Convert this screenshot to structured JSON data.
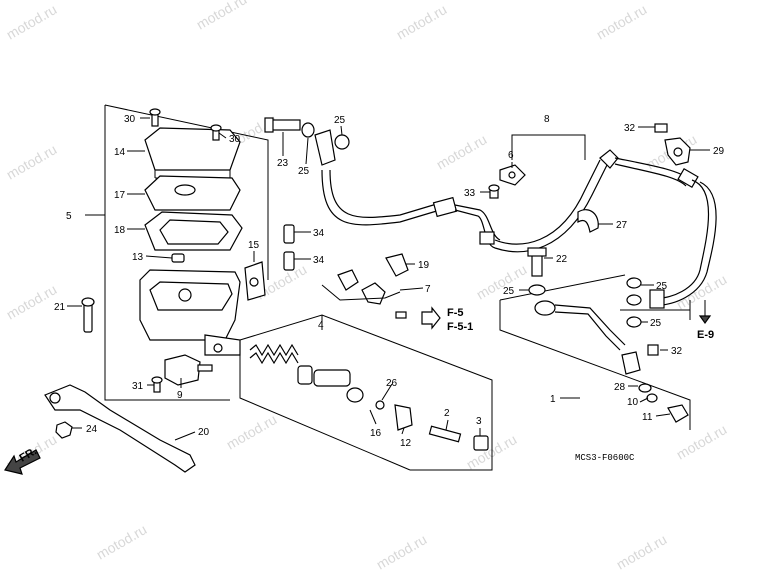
{
  "watermark": "motod.ru",
  "diagram_code": "MCS3-F0600C",
  "direction_label": "FR.",
  "refs": {
    "f5": "F-5",
    "f51": "F-5-1",
    "e9": "E-9"
  },
  "callouts": {
    "c1": "1",
    "c2": "2",
    "c3": "3",
    "c4": "4",
    "c5": "5",
    "c6": "6",
    "c7": "7",
    "c8": "8",
    "c9": "9",
    "c10": "10",
    "c11": "11",
    "c12": "12",
    "c13": "13",
    "c14": "14",
    "c15": "15",
    "c16": "16",
    "c17": "17",
    "c18": "18",
    "c19": "19",
    "c20": "20",
    "c21": "21",
    "c22": "22",
    "c23": "23",
    "c24": "24",
    "c25a": "25",
    "c25b": "25",
    "c25c": "25",
    "c25d": "25",
    "c25e": "25",
    "c26": "26",
    "c27": "27",
    "c28": "28",
    "c29": "29",
    "c30a": "30",
    "c30b": "30",
    "c31": "31",
    "c32a": "32",
    "c32b": "32",
    "c33": "33",
    "c34a": "34",
    "c34b": "34"
  }
}
